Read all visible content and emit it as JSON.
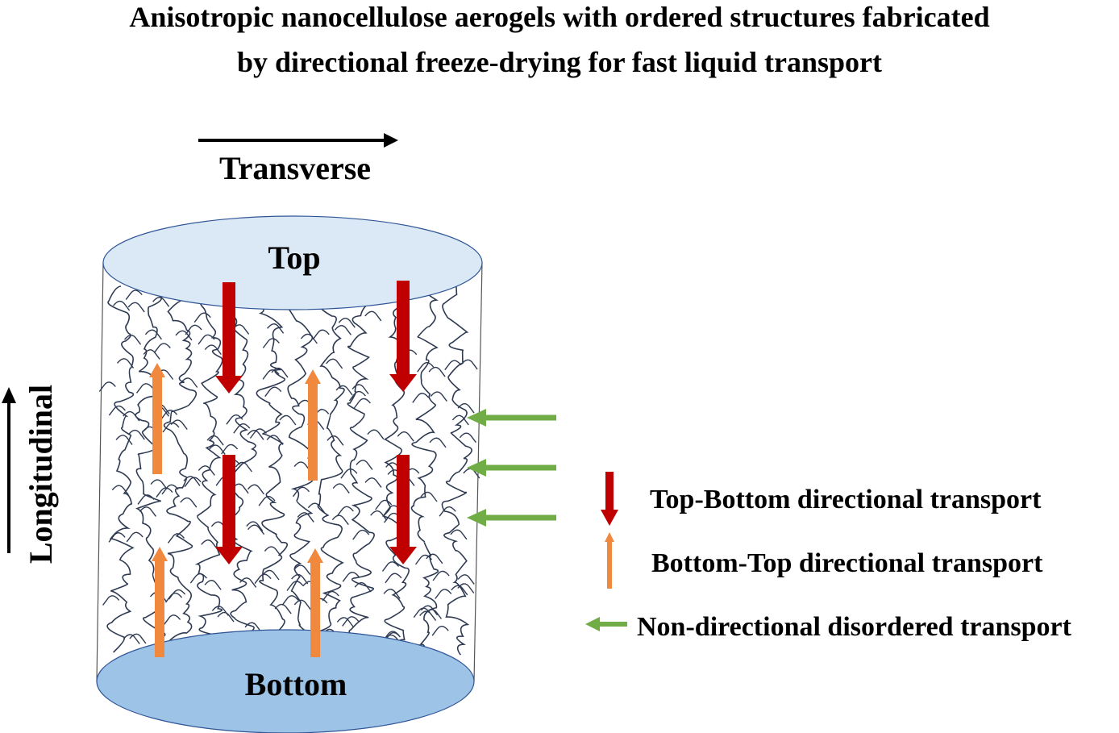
{
  "title": {
    "line1": "Anisotropic nanocellulose aerogels with ordered structures fabricated",
    "line2": "by directional freeze-drying for fast liquid transport"
  },
  "axes": {
    "transverse": "Transverse",
    "longitudinal": "Longitudinal"
  },
  "cylinder": {
    "top_label": "Top",
    "bottom_label": "Bottom"
  },
  "legend": {
    "top_bottom": "Top-Bottom directional transport",
    "bottom_top": "Bottom-Top directional transport",
    "non_directional": "Non-directional disordered transport"
  },
  "colors": {
    "top_face": "#dbe9f6",
    "bottom_face": "#9dc3e6",
    "fiber": "#2e3a52",
    "red_arrow": "#c00000",
    "orange_arrow": "#f0883e",
    "green_arrow": "#70ad47"
  }
}
